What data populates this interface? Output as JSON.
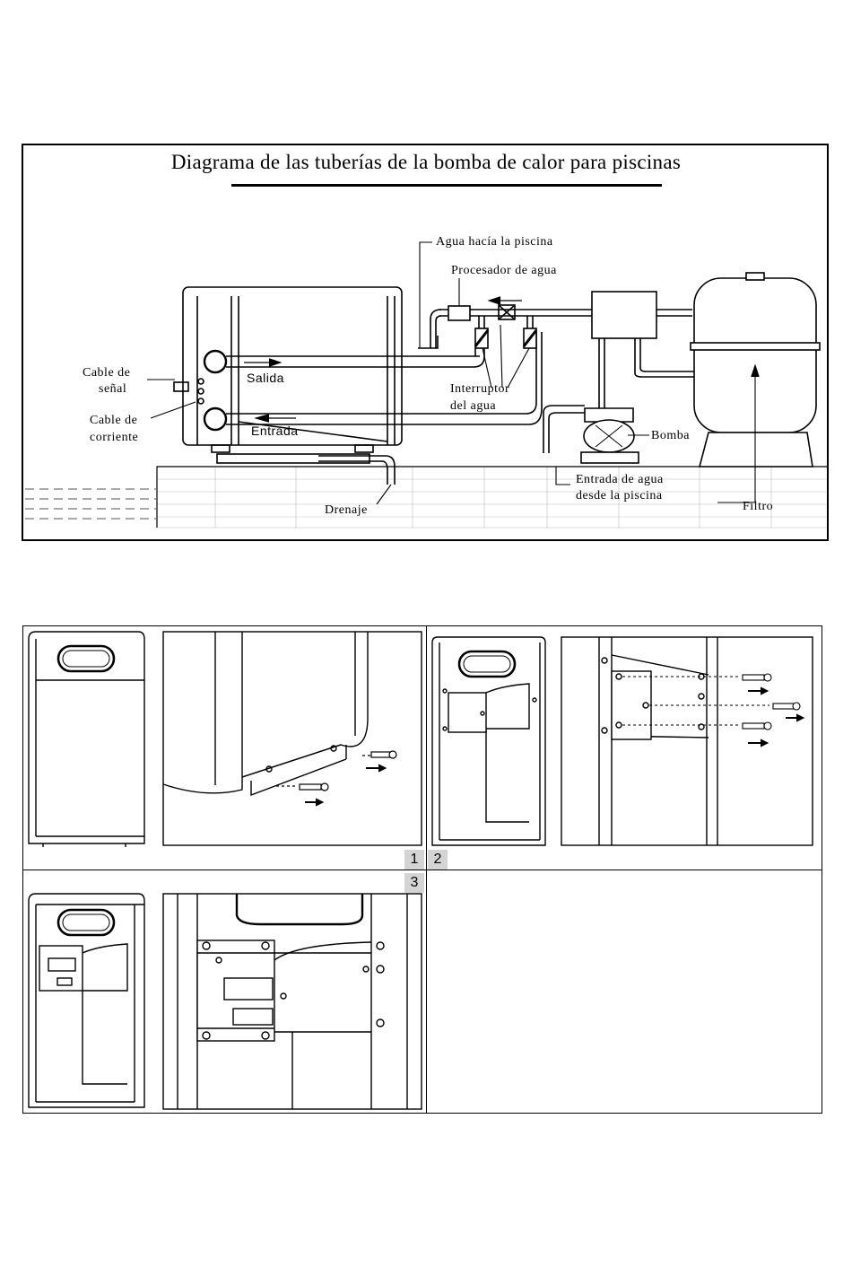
{
  "diagram": {
    "title": "Diagrama de las tuberías de la bomba de calor para piscinas",
    "labels": {
      "agua_hacia_piscina": "Agua hacía la piscina",
      "procesador_agua": "Procesador de agua",
      "cable_senal": [
        "Cable de",
        "señal"
      ],
      "cable_corriente": [
        "Cable de",
        "corriente"
      ],
      "salida": "Salida",
      "entrada": "Entrada",
      "interruptor": [
        "Interruptor",
        "del agua"
      ],
      "bomba": "Bomba",
      "entrada_agua": [
        "Entrada de agua",
        "desde la piscina"
      ],
      "drenaje": "Drenaje",
      "filtro": "Filtro"
    }
  },
  "steps": [
    {
      "number": "1"
    },
    {
      "number": "2"
    },
    {
      "number": "3"
    }
  ]
}
